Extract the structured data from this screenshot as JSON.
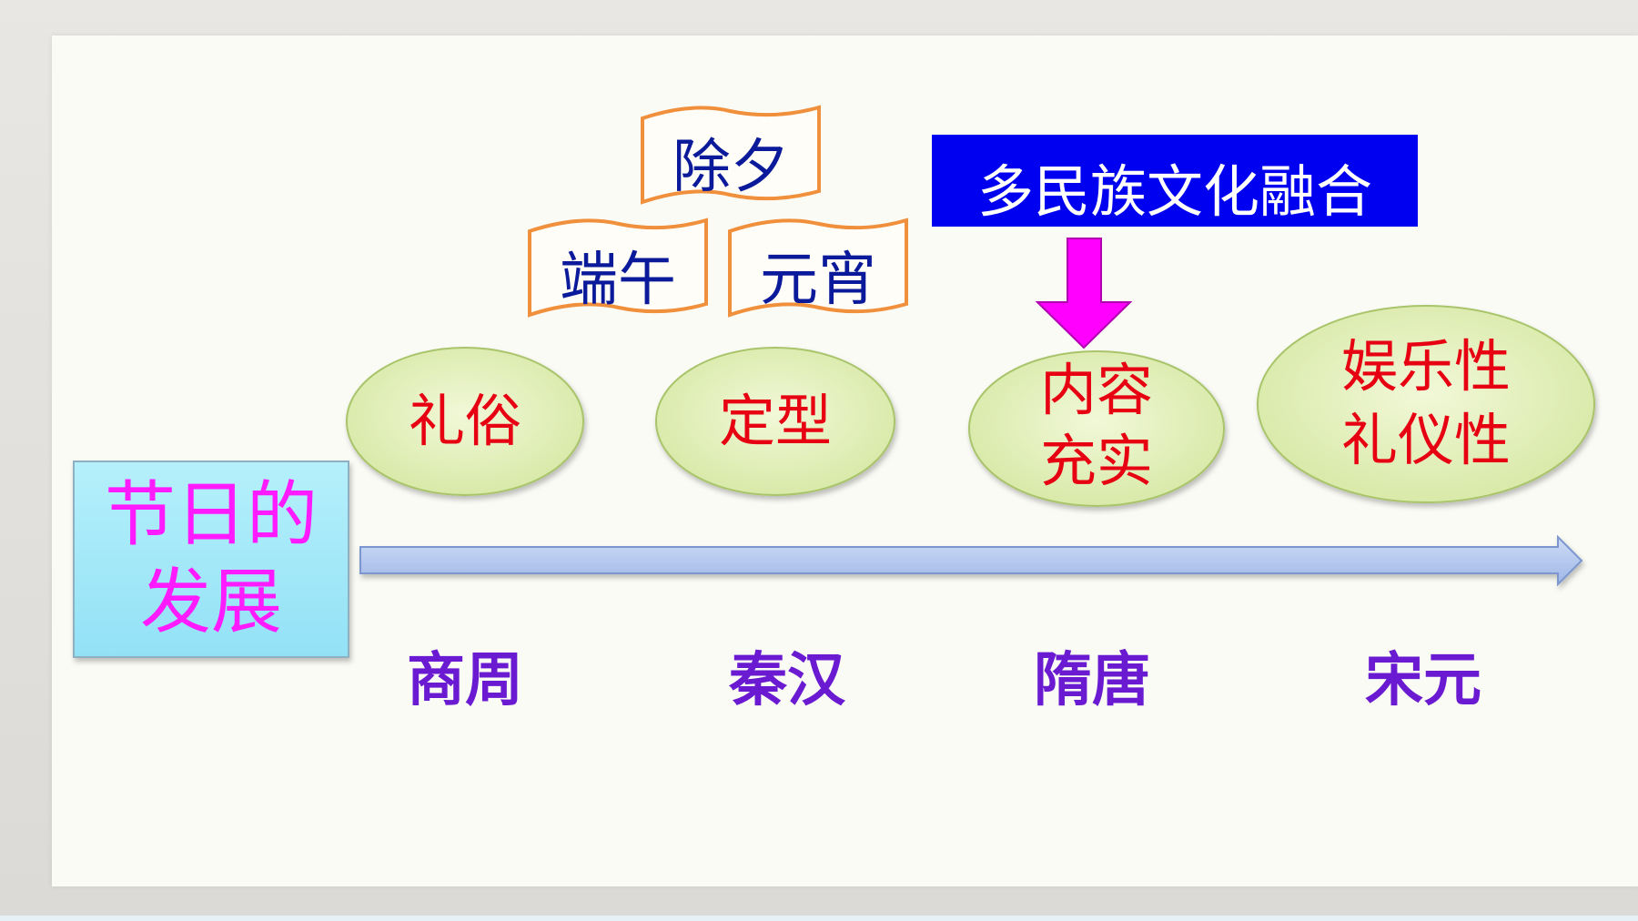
{
  "title": "节日的发展",
  "title_lines": [
    "节日的",
    "发展"
  ],
  "festivals": [
    "除夕",
    "端午",
    "元宵"
  ],
  "banner": "多民族文化融合",
  "stages": [
    {
      "id": "shang-zhou",
      "lines": [
        "礼俗"
      ]
    },
    {
      "id": "qin-han",
      "lines": [
        "定型"
      ]
    },
    {
      "id": "sui-tang",
      "lines": [
        "内容",
        "充实"
      ]
    },
    {
      "id": "song-yuan",
      "lines": [
        "娱乐性",
        "礼仪性"
      ]
    }
  ],
  "eras": [
    "商周",
    "秦汉",
    "隋唐",
    "宋元"
  ],
  "colors": {
    "title_box": "#a9ecf9",
    "title_text": "#ff1aff",
    "banner_bg": "#0000f0",
    "arrow_down": "#ff00ff",
    "timeline": "#b4c8ef",
    "ellipse_fill": "#e4f0c0",
    "stage_text": "#e60012",
    "era_text": "#6a1bd1",
    "scroll_stroke": "#f0903c",
    "scroll_text": "#0a1a9a"
  }
}
